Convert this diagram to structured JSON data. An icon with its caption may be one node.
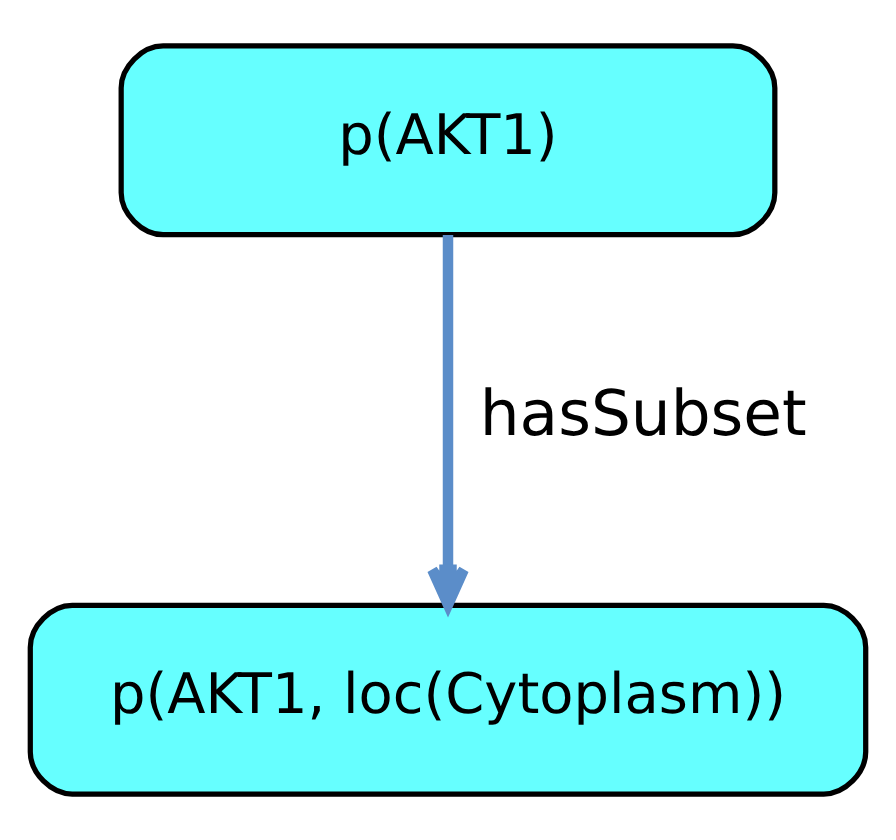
{
  "diagram": {
    "nodes": [
      {
        "text": [
          "p(AKT1)"
        ]
      },
      {
        "text": [
          "p(AKT1, loc(Cytoplasm))"
        ]
      }
    ],
    "edges": [
      {
        "from": 0,
        "to": 1,
        "arrow": "to",
        "label": "hasSubset",
        "color": "#5b8dc9"
      }
    ]
  }
}
